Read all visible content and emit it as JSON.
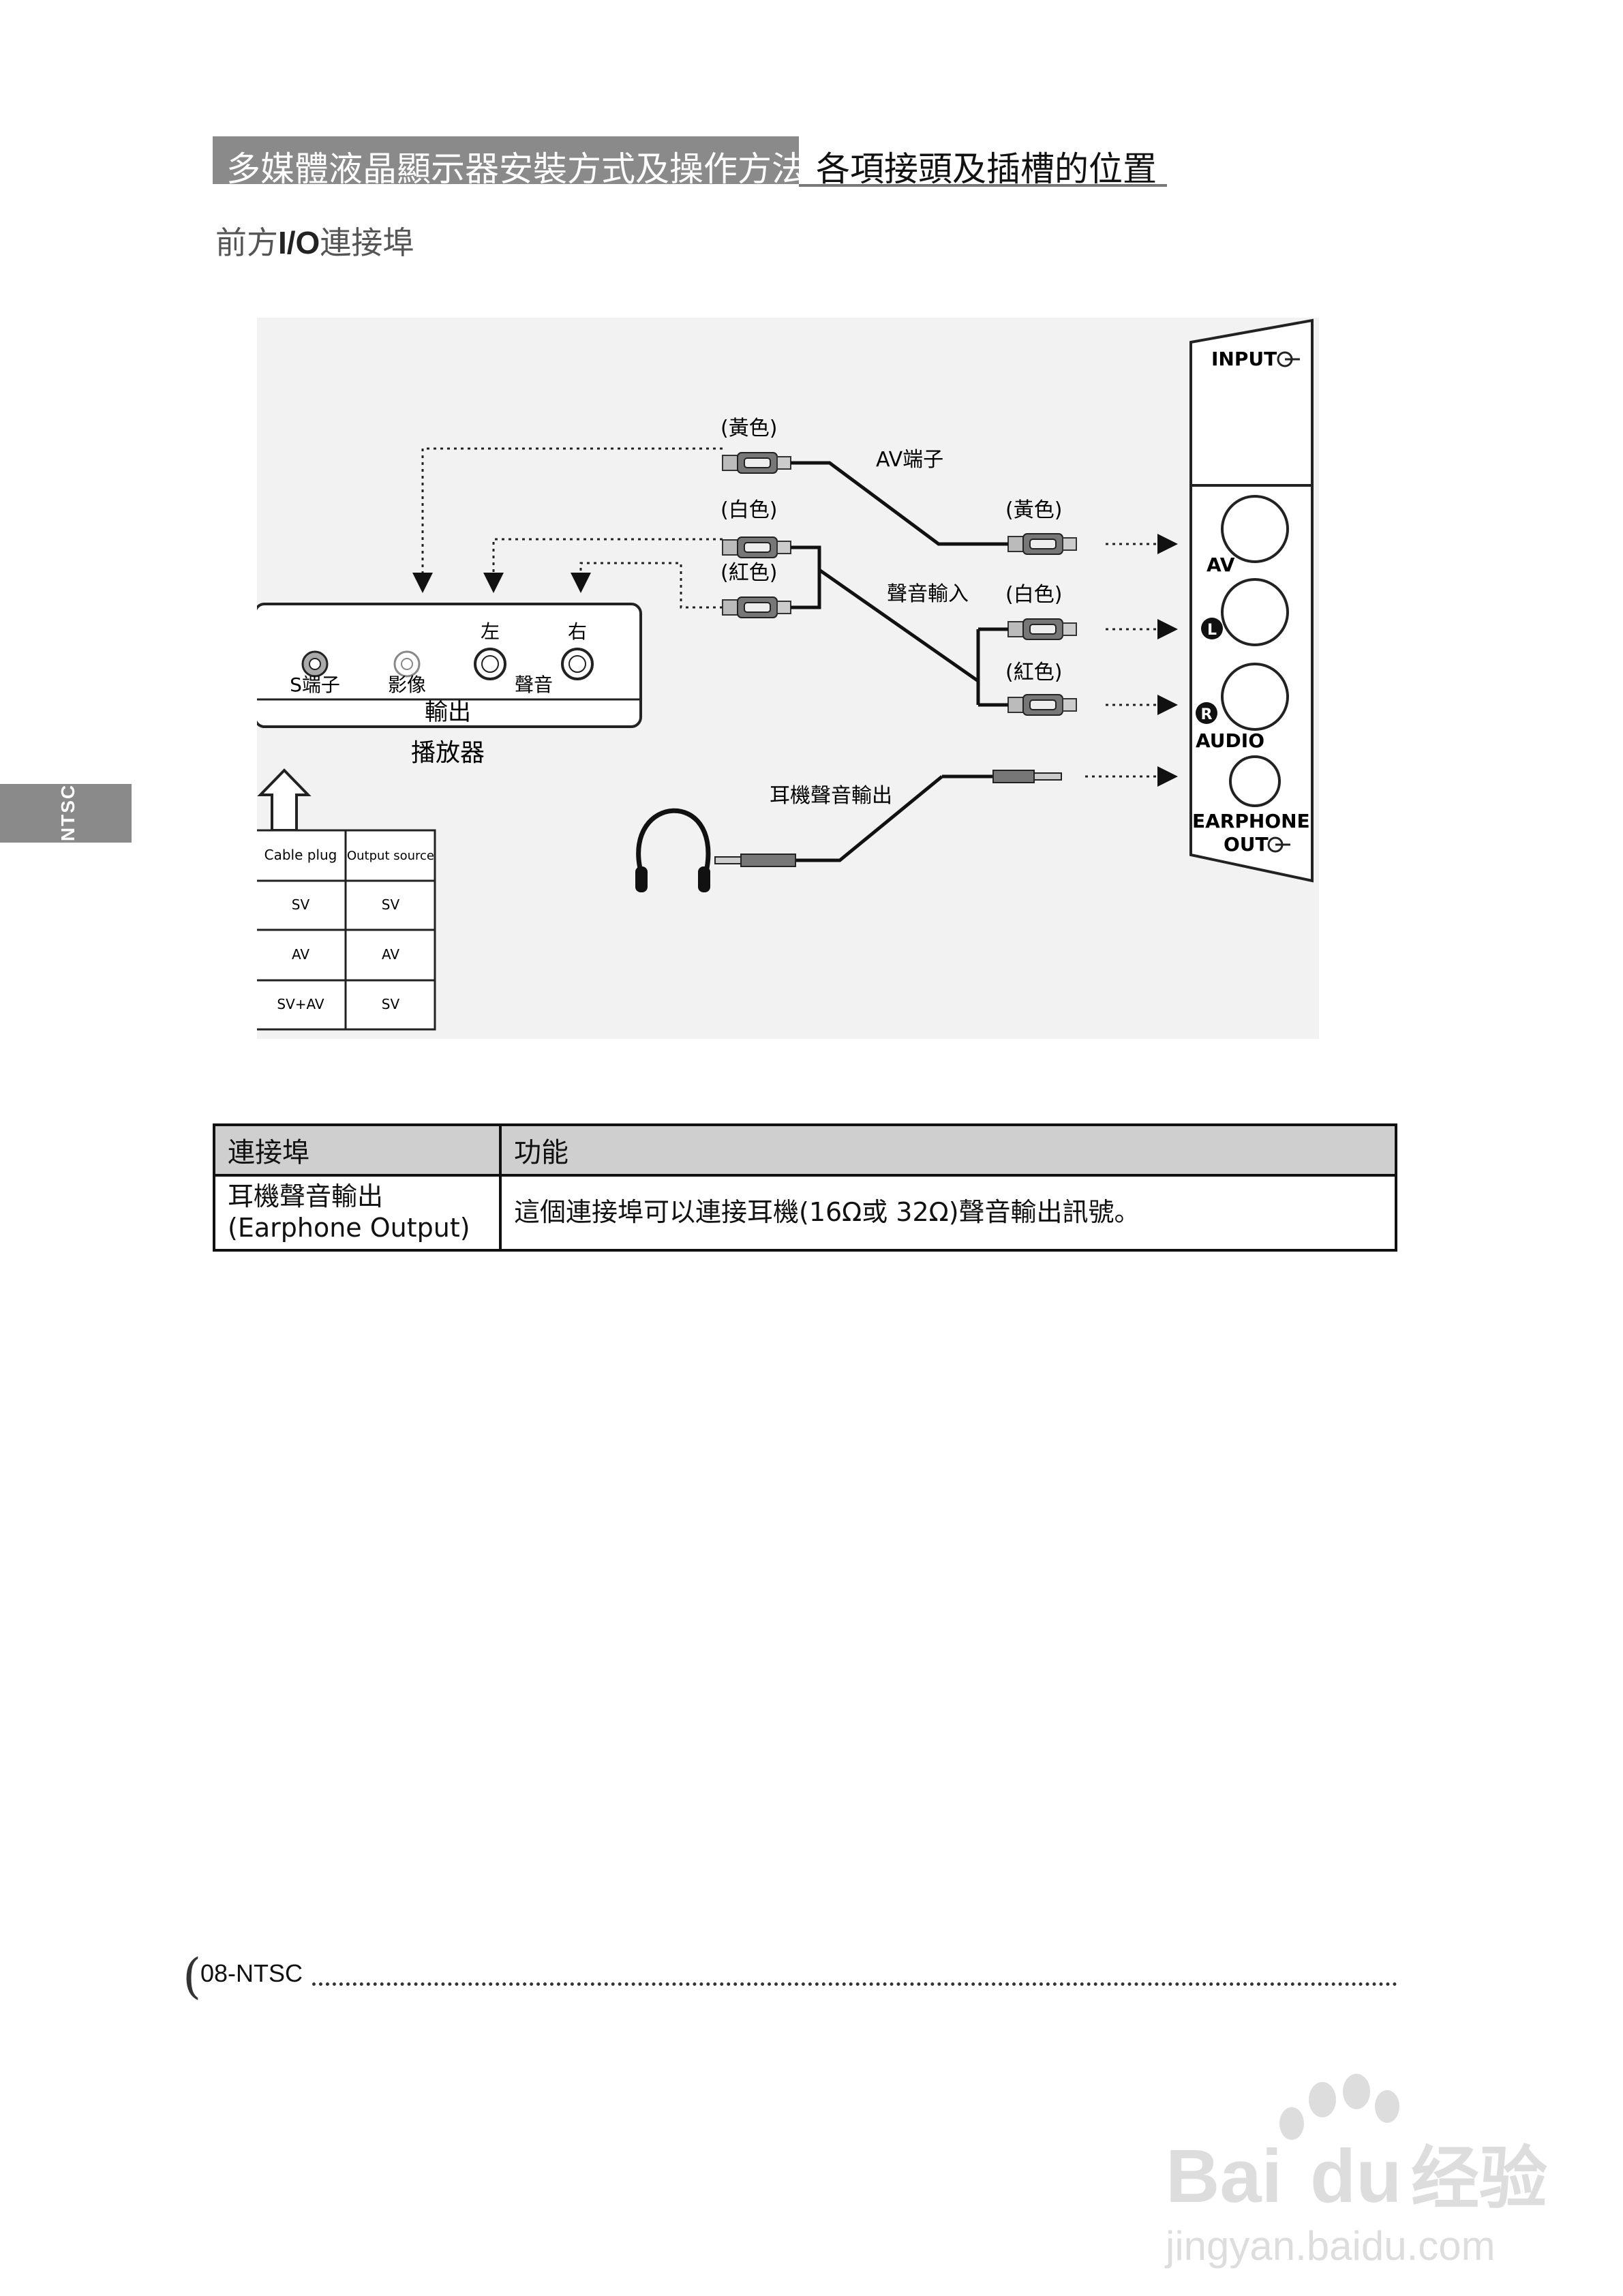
{
  "header": {
    "left_title": "多媒體液晶顯示器安裝方式及操作方法",
    "right_title": "各項接頭及插槽的位置"
  },
  "section_title": {
    "prefix": "前方",
    "bold": "I/O",
    "suffix": "連接埠"
  },
  "side_tab": "NTSC",
  "diagram": {
    "input_label": "INPUT",
    "av_label": "AV",
    "l_label": "L",
    "r_label": "R",
    "audio_label": "AUDIO",
    "earphone_label": "EARPHONE",
    "out_label": "OUT",
    "av_cable_label": "AV端子",
    "yellow_label": "(黃色)",
    "white_label": "(白色)",
    "red_label": "(紅色)",
    "audio_input_label": "聲音輸入",
    "earphone_output_label": "耳機聲音輸出",
    "left_label": "左",
    "right_label": "右",
    "s_terminal_label": "S端子",
    "video_label": "影像",
    "sound_label": "聲音",
    "output_label": "輸出",
    "player_label": "播放器",
    "small_table": {
      "headers": [
        "Cable plug",
        "Output source"
      ],
      "rows": [
        [
          "SV",
          "SV"
        ],
        [
          "AV",
          "AV"
        ],
        [
          "SV+AV",
          "SV"
        ]
      ]
    }
  },
  "table": {
    "headers": [
      "連接埠",
      "功能"
    ],
    "rows": [
      {
        "port_line1": "耳機聲音輸出",
        "port_line2": "(Earphone Output)",
        "function": "這個連接埠可以連接耳機(16Ω或 32Ω)聲音輸出訊號。"
      }
    ]
  },
  "footer": {
    "page": "08-NTSC"
  },
  "watermark": {
    "brand": "Bai",
    "brand2": "du",
    "cn": "经验",
    "url": "jingyan.baidu.com"
  }
}
